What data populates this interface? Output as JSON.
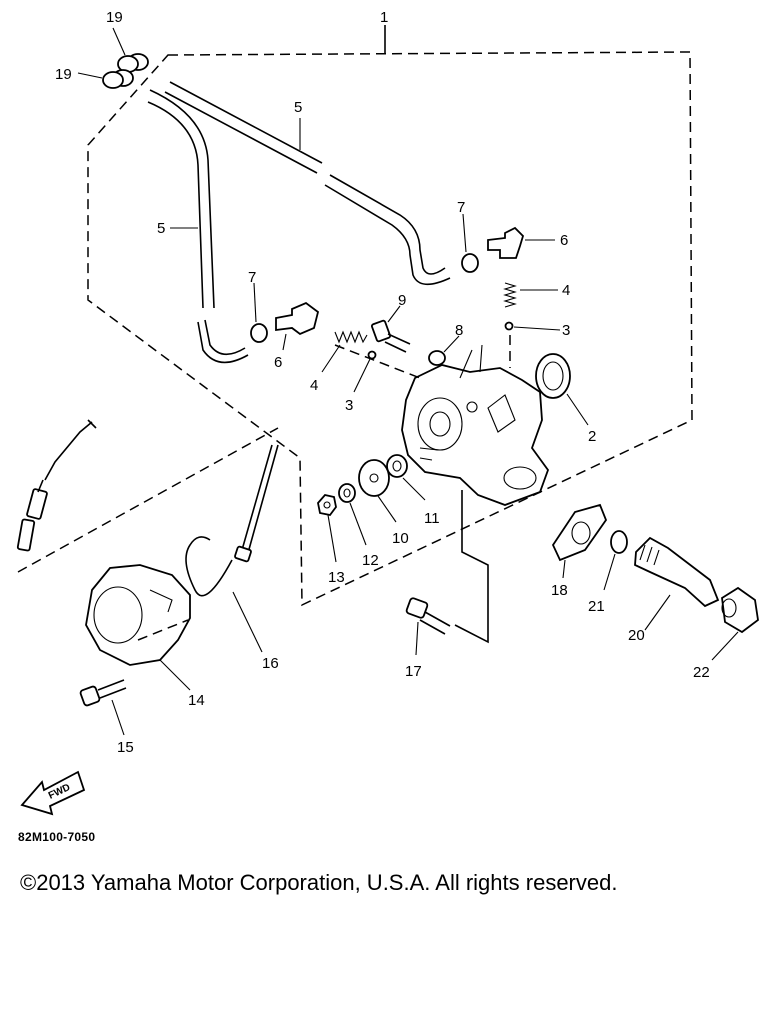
{
  "diagram": {
    "assembly_label": "1",
    "callouts": {
      "c2": "2",
      "c3a": "3",
      "c3b": "3",
      "c4a": "4",
      "c4b": "4",
      "c5a": "5",
      "c5b": "5",
      "c6a": "6",
      "c6b": "6",
      "c7a": "7",
      "c7b": "7",
      "c8": "8",
      "c9": "9",
      "c10": "10",
      "c11": "11",
      "c12": "12",
      "c13": "13",
      "c14": "14",
      "c15": "15",
      "c16": "16",
      "c17": "17",
      "c18": "18",
      "c19a": "19",
      "c19b": "19",
      "c20": "20",
      "c21": "21",
      "c22": "22"
    },
    "fwd_label": "FWD"
  },
  "footer": {
    "diagram_code": "82M100-7050",
    "copyright": "©2013 Yamaha Motor Corporation, U.S.A. All rights reserved."
  }
}
